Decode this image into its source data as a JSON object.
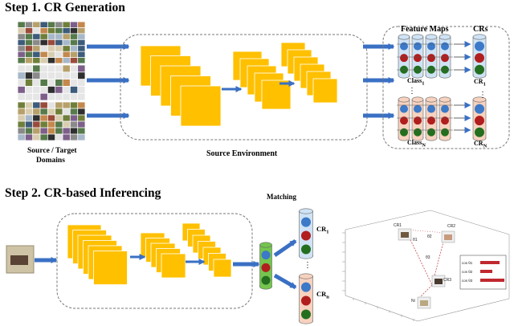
{
  "step1": {
    "title": "Step 1. CR Generation",
    "domains_label_line1": "Source / Target",
    "domains_label_line2": "Domains",
    "environment_label": "Source Environment",
    "feature_maps_label": "Feature Maps",
    "crs_label": "CRs",
    "class_first": {
      "base": "Class",
      "sub": "1"
    },
    "class_last": {
      "base": "Class",
      "sub": "N"
    },
    "cr_first": {
      "base": "CR",
      "sub": "1"
    },
    "cr_last": {
      "base": "CR",
      "sub": "N"
    }
  },
  "step2": {
    "title": "Step 2. CR-based Inferencing",
    "matching_label": "Matching",
    "cr_top": {
      "base": "CR",
      "sub": "1"
    },
    "cr_bottom": {
      "base": "CR",
      "sub": "n"
    }
  },
  "plot3d": {
    "point_labels": [
      "CR1",
      "CR2",
      "CR3",
      "Ni"
    ],
    "edge_labels": [
      "θ1",
      "θ2",
      "θ3"
    ],
    "legend": [
      "cos θ1",
      "cos θ2",
      "cos θ3"
    ]
  },
  "colors": {
    "cube": "#ffc000",
    "arrow": "#3a70c4",
    "cyl_blue": "#cfe3f5",
    "cyl_orange": "#f6d2bf",
    "cyl_green": "#74c54e",
    "dot_blue": "#3c79c8",
    "dot_red": "#b11e1e",
    "dot_green": "#236f1f"
  }
}
